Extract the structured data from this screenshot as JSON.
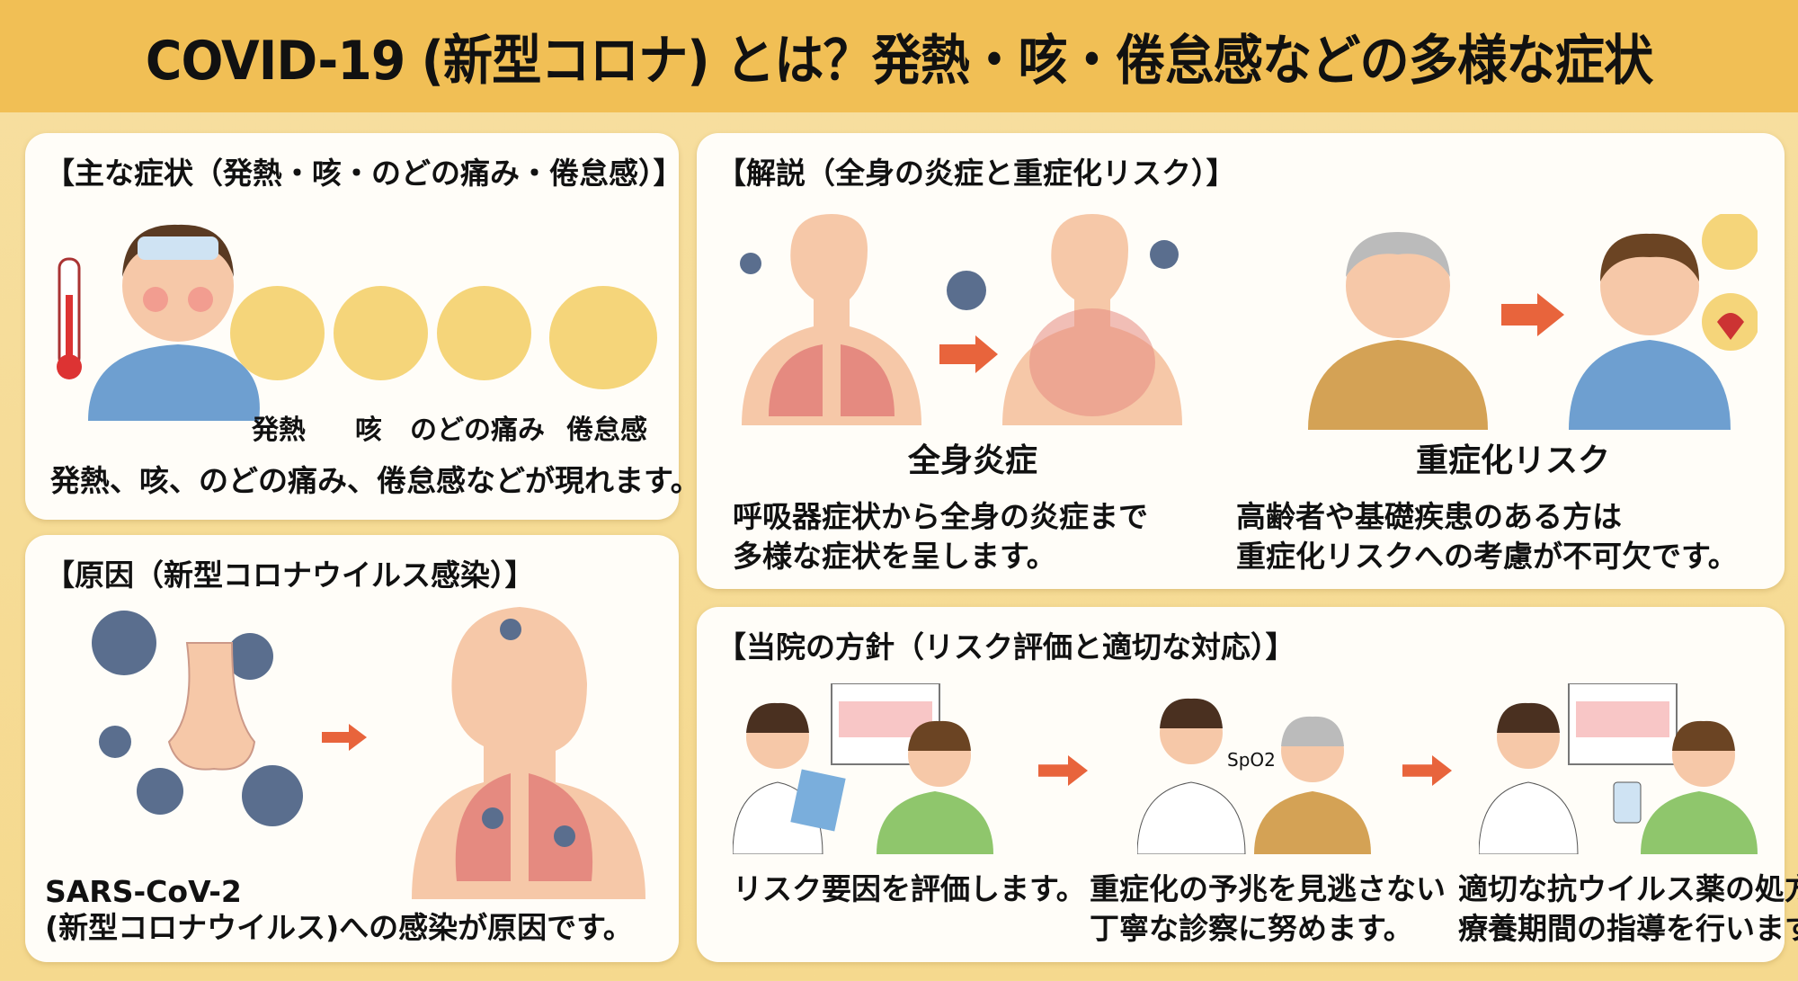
{
  "title": "COVID-19 (新型コロナ) とは？発熱・咳・倦怠感などの多様な症状",
  "symptoms": {
    "title": "【主な症状（発熱・咳・のどの痛み・倦怠感）】",
    "labels": [
      "発熱",
      "咳",
      "のどの痛み",
      "倦怠感"
    ],
    "text": "発熱、咳、のどの痛み、倦怠感などが現れます。"
  },
  "cause": {
    "title": "【原因（新型コロナウイルス感染）】",
    "line1": "SARS-CoV-2",
    "line2": "(新型コロナウイルス)への感染が原因です。"
  },
  "explain": {
    "title": "【解説（全身の炎症と重症化リスク）】",
    "left_caption": "全身炎症",
    "left_text": [
      "呼吸器症状から全身の炎症まで",
      "多様な症状を呈します。"
    ],
    "right_caption": "重症化リスク",
    "right_text": [
      "高齢者や基礎疾患のある方は",
      "重症化リスクへの考慮が不可欠です。"
    ]
  },
  "policy": {
    "title": "【当院の方針（リスク評価と適切な対応）】",
    "spo2": "SpO2",
    "steps": [
      [
        "リスク要因を評価します。"
      ],
      [
        "重症化の予兆を見逃さない",
        "丁寧な診察に努めます。"
      ],
      [
        "適切な抗ウイルス薬の処方と",
        "療養期間の指導を行います。"
      ]
    ]
  },
  "colors": {
    "header": "#f1bf55",
    "arrow": "#e8643c",
    "virus": "#5a6e8e",
    "skin": "#f6c8a8",
    "lung": "#e58a80"
  }
}
